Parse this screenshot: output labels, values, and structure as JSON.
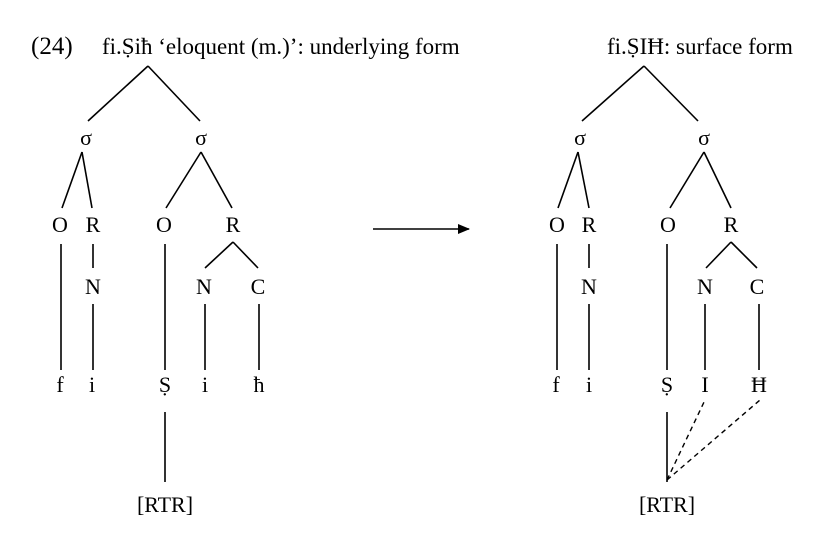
{
  "example": {
    "number": "(24)"
  },
  "left_tree": {
    "caption": "fi.Ṣiħ ‘eloquent (m.)’: underlying form",
    "syllable1": "σ",
    "syllable2": "σ",
    "onset1": "O",
    "rime1": "R",
    "nucleus1": "N",
    "onset2": "O",
    "rime2": "R",
    "nucleus2": "N",
    "coda2": "C",
    "seg_f": "f",
    "seg_i1": "i",
    "seg_s": "Ṣ",
    "seg_i2": "i",
    "seg_h": "ħ",
    "feature": "[RTR]"
  },
  "right_tree": {
    "caption": "fi.ṢIĦ: surface form",
    "syllable1": "σ",
    "syllable2": "σ",
    "onset1": "O",
    "rime1": "R",
    "nucleus1": "N",
    "onset2": "O",
    "rime2": "R",
    "nucleus2": "N",
    "coda2": "C",
    "seg_f": "f",
    "seg_i1": "i",
    "seg_s": "Ṣ",
    "seg_i2": "I",
    "seg_h": "Ħ",
    "feature": "[RTR]"
  }
}
